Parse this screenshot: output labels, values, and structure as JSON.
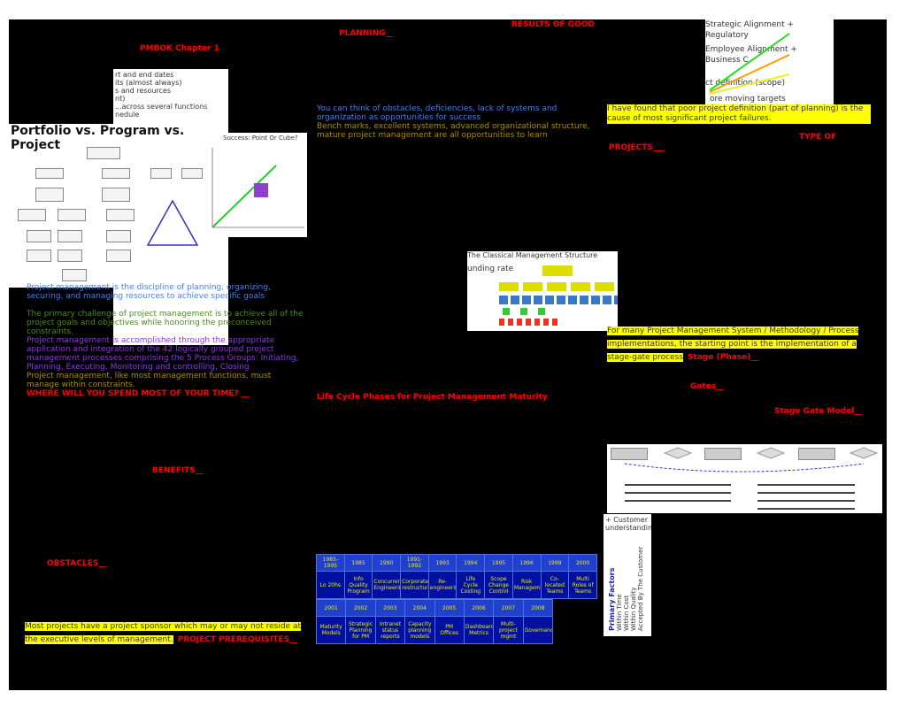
{
  "labels": {
    "pmbok": "PMBOK Chapter 1",
    "planning": "PLANNING__",
    "results": "RESULTS OF GOOD",
    "type_of": "TYPE OF",
    "projects": "PROJECTS___",
    "stage_phase": "Stage (Phase)__",
    "gates": "Gates__",
    "stage_gate_model": "Stage Gate Model__",
    "life_cycle": "Life Cycle Phases for Project Management Maturity",
    "benefits": "BENEFITS__",
    "obstacles": "OBSTACLES__",
    "prerequisites": "PROJECT PREREQUISITES__",
    "where_time": "WHERE WILL YOU SPEND MOST OF YOUR TIME?  __"
  },
  "notes": {
    "definition": "Project management is the discipline of planning, organizing, securing, and managing resources to achieve specific goals",
    "challenge": "The primary challenge of project management is to achieve all of the project goals and objectives while honoring the preconceived constraints.",
    "processes": "Project management is accomplished through the appropriate application and integration of the 42 logically grouped project management processes comprising the 5 Process Groups: Initiating, Planning, Executing, Monitoring and controlling, Closing",
    "constraints": "Project management, like most management functions, must manage within constraints.",
    "obstacles_opps": "You can think of obstacles, deficiencies, lack of systems and organization as opportunities for success",
    "benchmarks": "Bench marks, excellent systems, advanced organizational structure, mature project management are all opportunities to learn",
    "poor_definition": "I have found that poor project definition (part of planning) is the cause of most significant project failures.",
    "stage_gate": "For many Project Management System / Methodology / Process implementations, the starting point is the implementation of a stage-gate process",
    "sponsor": "Most projects have a project sponsor which may or may not reside at the executive levels of management."
  },
  "images": {
    "portfolio_title": "Portfolio vs. Program vs. Project",
    "success_title": "Success: Point Or Cube?",
    "pyramid_lines": [
      "rt and end dates",
      "its (almost always)",
      "s and resources",
      "nt)",
      "...across several functions",
      "nedule"
    ],
    "strategic": "Strategic Alignment + Regulatory",
    "employee": "Employee Alignment + Business C",
    "definition_scope": "ct definition (scope)",
    "moving_targets": "ore moving targets",
    "org_title": "The Classical Management Structure",
    "funding": "unding rate",
    "primary_factors": "Primary Factors",
    "factors": [
      "Within Time",
      "Within Cost",
      "Within Quality",
      "Accepted By The Customer"
    ],
    "customer": "+ Customer understanding"
  },
  "timeline": {
    "row1_years": [
      "1985-1995",
      "1985",
      "1990",
      "1991-1992",
      "1993",
      "1994",
      "1995",
      "1996",
      "1999",
      "2000"
    ],
    "row1_text": [
      "Lo 20hs",
      "Info Quality Program",
      "Concurrent Engineering",
      "Corporate restructuring",
      "Re-engineering",
      "Life Cycle Costing",
      "Scope Change Control",
      "Risk Management",
      "Co-located Teams",
      "Multi Roles of Teams"
    ],
    "row2_years": [
      "2001",
      "2002",
      "2003",
      "2004",
      "2005",
      "2006",
      "2007",
      "2008"
    ],
    "row2_text": [
      "Maturity Models",
      "Strategic Planning for PM",
      "Intranet status reports",
      "Capacity planning models",
      "PM Offices",
      "Dashboard Metrics",
      "Multi-project mgmt",
      "Governance"
    ]
  },
  "colors": {
    "background": "#000000",
    "heading": "#ff0000",
    "highlight": "#ffff00",
    "blue": "#4a7fe0",
    "green": "#4a8a2a",
    "purple": "#8a3ad0",
    "olive": "#b08a10"
  }
}
